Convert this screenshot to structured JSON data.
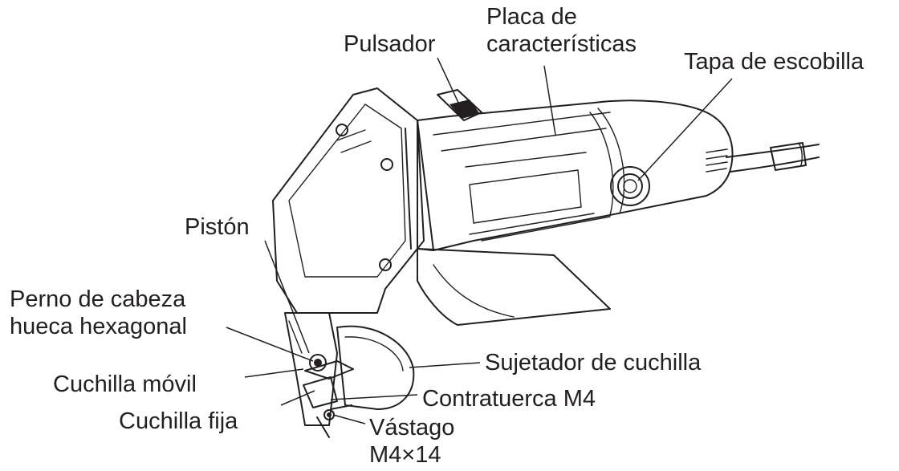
{
  "labels": {
    "pulsador": "Pulsador",
    "placa_line1": "Placa de",
    "placa_line2": "características",
    "tapa_escobilla": "Tapa de escobilla",
    "piston": "Pistón",
    "perno_line1": "Perno de cabeza",
    "perno_line2": "hueca hexagonal",
    "sujetador": "Sujetador de cuchilla",
    "cuchilla_movil": "Cuchilla móvil",
    "contratuerca": "Contratuerca M4",
    "cuchilla_fija": "Cuchilla fija",
    "vastago_line1": "Vástago",
    "vastago_line2": "M4×14"
  },
  "colors": {
    "ink": "#231f20",
    "shade": "#d9d9d9",
    "background": "#ffffff"
  },
  "illustration": "power-shear-line-drawing"
}
